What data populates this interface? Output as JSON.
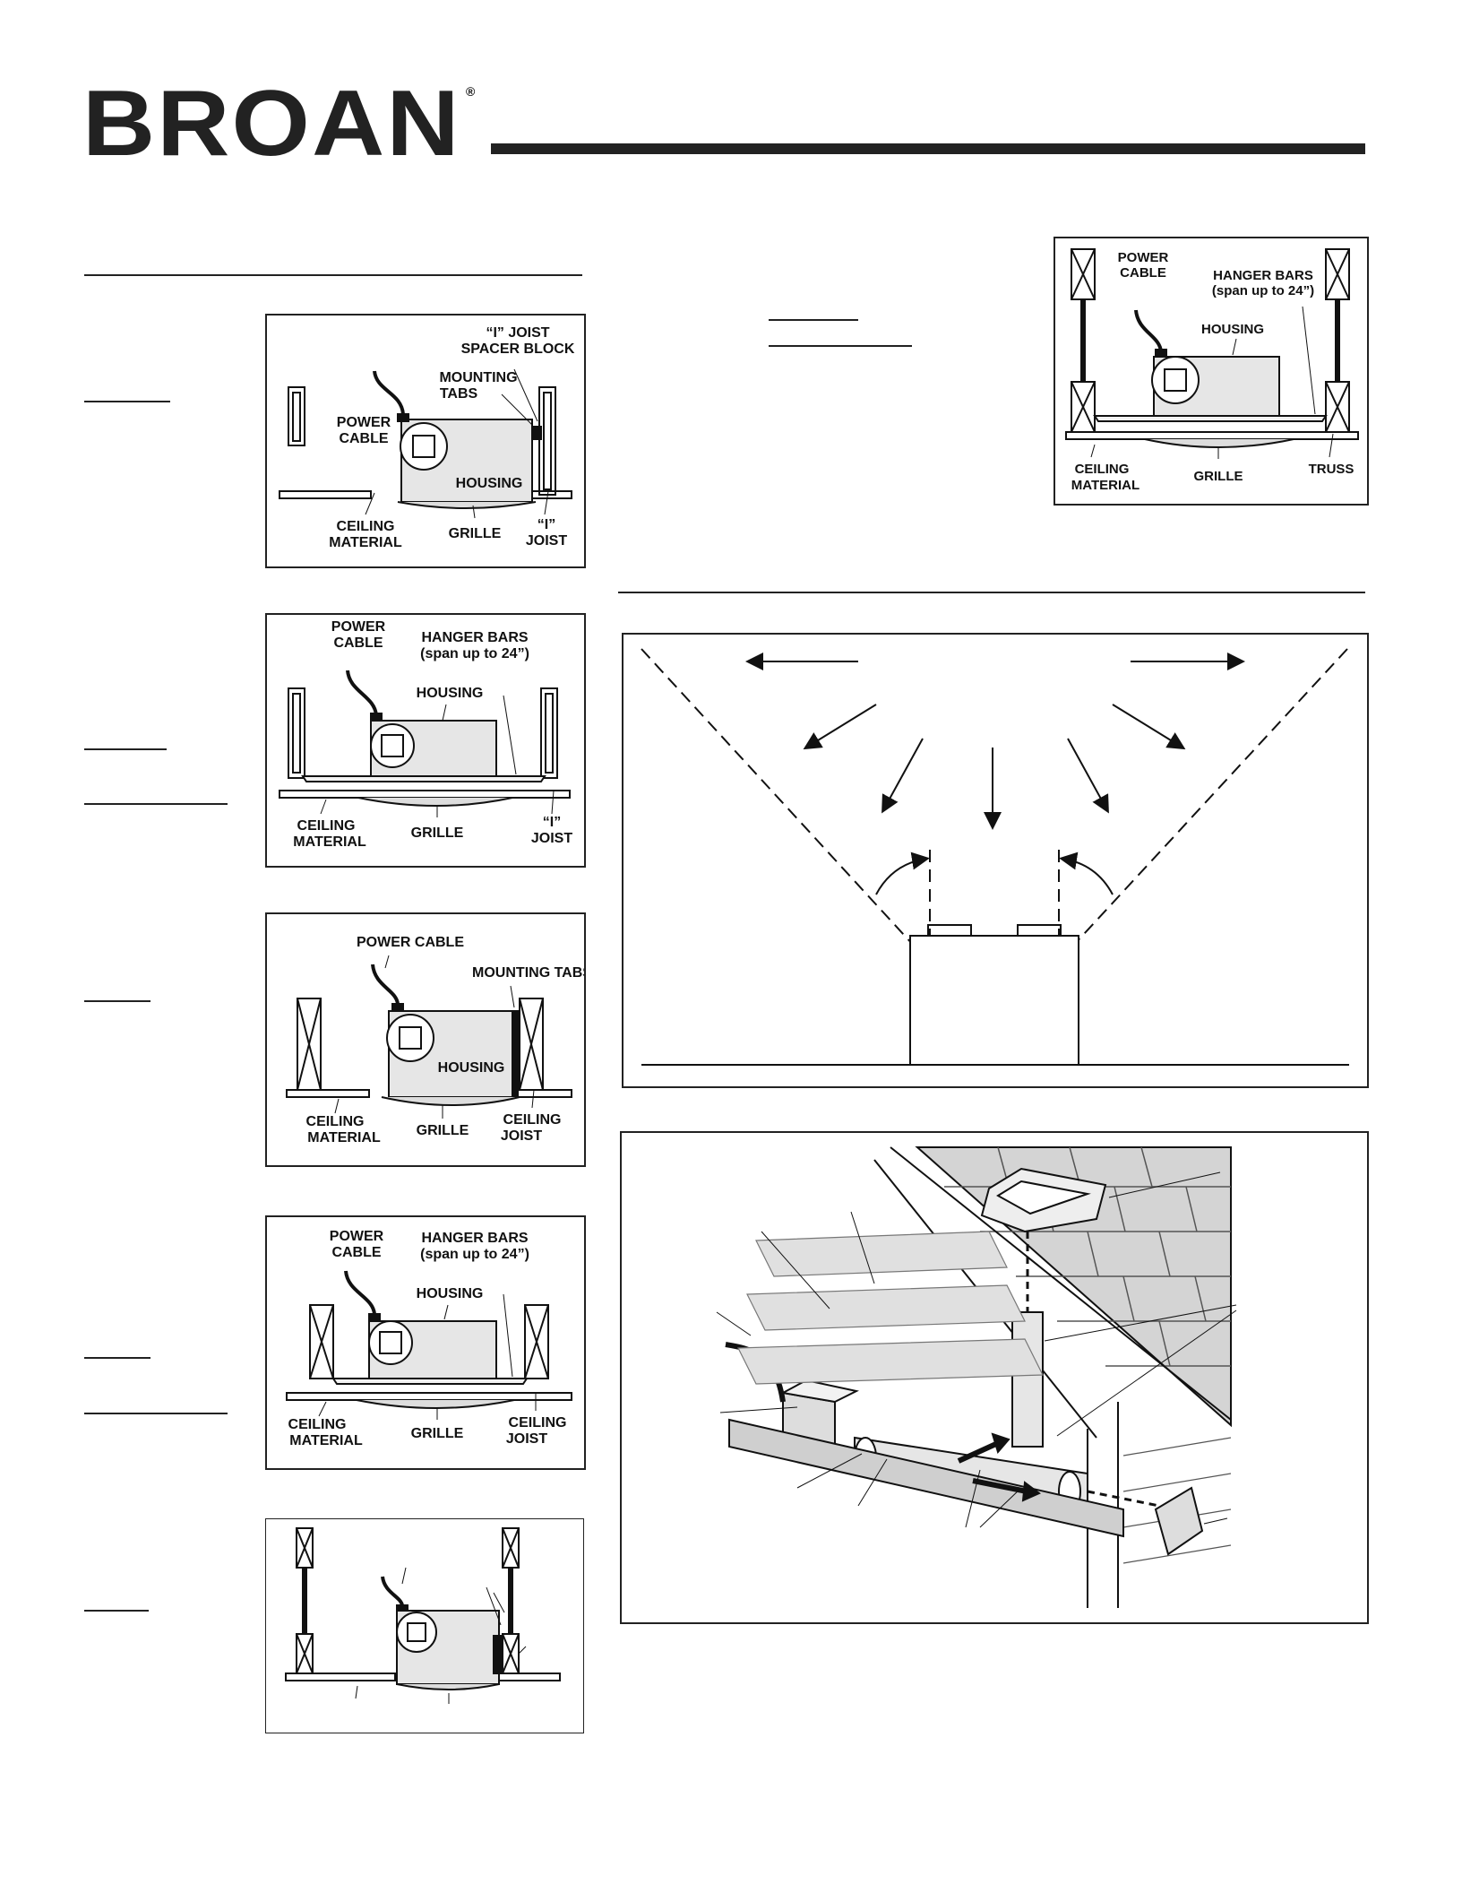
{
  "brand": {
    "name": "BROAN",
    "registered": "®"
  },
  "fig_a": {
    "ijoist_spacer": [
      "“I” JOIST",
      "SPACER BLOCK"
    ],
    "mounting_tabs": [
      "MOUNTING",
      "TABS"
    ],
    "power_cable": [
      "POWER",
      "CABLE"
    ],
    "housing": "HOUSING",
    "ceiling_material": [
      "CEILING",
      "MATERIAL"
    ],
    "grille": "GRILLE",
    "ijoist": [
      "“I”",
      "JOIST"
    ]
  },
  "fig_b": {
    "power_cable": [
      "POWER",
      "CABLE"
    ],
    "hanger_bars": [
      "HANGER BARS",
      "(span up to 24”)"
    ],
    "housing": "HOUSING",
    "ceiling_material": [
      "CEILING",
      "MATERIAL"
    ],
    "grille": "GRILLE",
    "ijoist": [
      "“I”",
      "JOIST"
    ]
  },
  "fig_c": {
    "power_cable": "POWER CABLE",
    "mounting_tabs": "MOUNTING TABS",
    "housing": "HOUSING",
    "ceiling_material": [
      "CEILING",
      "MATERIAL"
    ],
    "grille": "GRILLE",
    "ceiling_joist": [
      "CEILING",
      "JOIST"
    ]
  },
  "fig_d": {
    "power_cable": [
      "POWER",
      "CABLE"
    ],
    "hanger_bars": [
      "HANGER BARS",
      "(span up to 24”)"
    ],
    "housing": "HOUSING",
    "ceiling_material": [
      "CEILING",
      "MATERIAL"
    ],
    "grille": "GRILLE",
    "ceiling_joist": [
      "CEILING",
      "JOIST"
    ]
  },
  "fig_f": {
    "power_cable": [
      "POWER",
      "CABLE"
    ],
    "hanger_bars": [
      "HANGER BARS",
      "(span up to 24”)"
    ],
    "housing": "HOUSING",
    "ceiling_material": [
      "CEILING",
      "MATERIAL"
    ],
    "grille": "GRILLE",
    "truss": "TRUSS"
  }
}
